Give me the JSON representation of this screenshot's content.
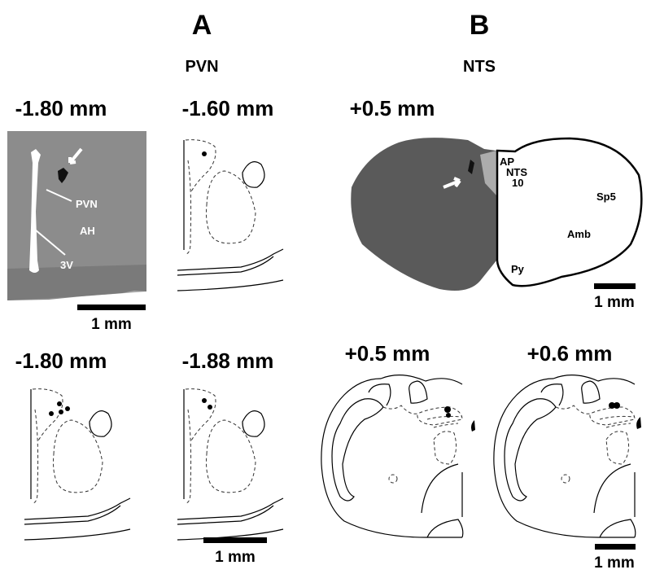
{
  "panel_a": {
    "letter": "A",
    "region": "PVN",
    "levels": [
      "-1.80 mm",
      "-1.60 mm",
      "-1.80 mm",
      "-1.88 mm"
    ],
    "photo_labels": {
      "pvn": "PVN",
      "ah": "AH",
      "v3": "3V"
    },
    "scale_bar": "1 mm",
    "scale_bar_bottom": "1 mm"
  },
  "panel_b": {
    "letter": "B",
    "region": "NTS",
    "levels": [
      "+0.5 mm",
      "+0.5 mm",
      "+0.6 mm"
    ],
    "outline_labels": {
      "ap": "AP",
      "nts": "NTS",
      "x10": "10",
      "sp5": "Sp5",
      "amb": "Amb",
      "py": "Py"
    },
    "scale_bar": "1 mm",
    "scale_bar_bottom": "1 mm"
  },
  "colors": {
    "photo_a": "#8c8c8c",
    "photo_b": "#5a5a5a",
    "marker": "#000000",
    "arrow": "#ffffff"
  }
}
